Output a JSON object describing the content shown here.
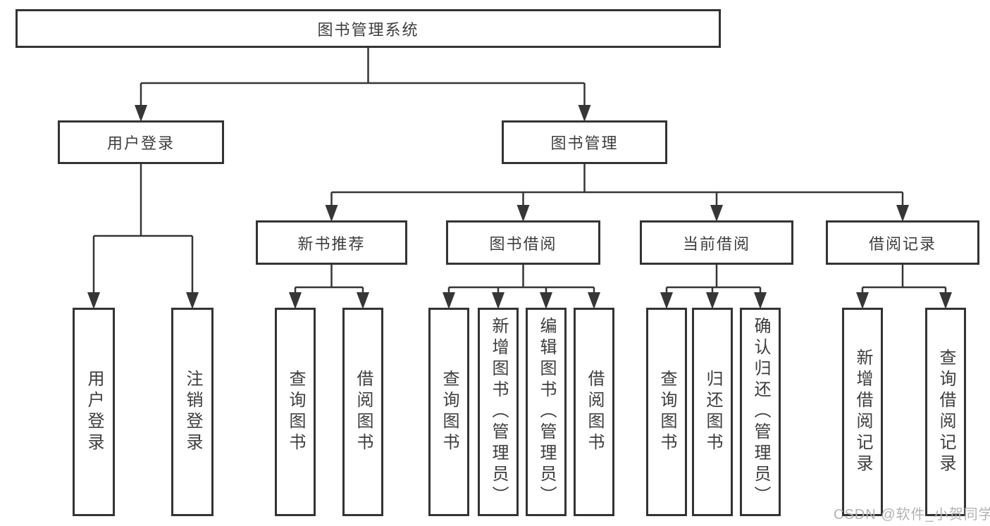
{
  "diagram": {
    "root_label": "图书管理系统",
    "level2": {
      "user_login": "用户登录",
      "book_mgmt": "图书管理"
    },
    "level3": {
      "new_books": "新书推荐",
      "book_borrow": "图书借阅",
      "current_borrow": "当前借阅",
      "borrow_records": "借阅记录"
    },
    "leaves": {
      "user_login": [
        "用户登录",
        "注销登录"
      ],
      "new_books": [
        "查询图书",
        "借阅图书"
      ],
      "book_borrow": [
        "查询图书",
        "新增图书（管理员）",
        "编辑图书（管理员）",
        "借阅图书"
      ],
      "current_borrow": [
        "查询图书",
        "归还图书",
        "确认归还（管理员）"
      ],
      "borrow_records": [
        "新增借阅记录",
        "查询借阅记录"
      ]
    }
  },
  "watermark": "CSDN @软件_小贺同学",
  "colors": {
    "line": "#363636",
    "box_border": "#333333",
    "text": "#3d3d3d",
    "watermark": "#b3b3b3",
    "background": "#ffffff"
  }
}
